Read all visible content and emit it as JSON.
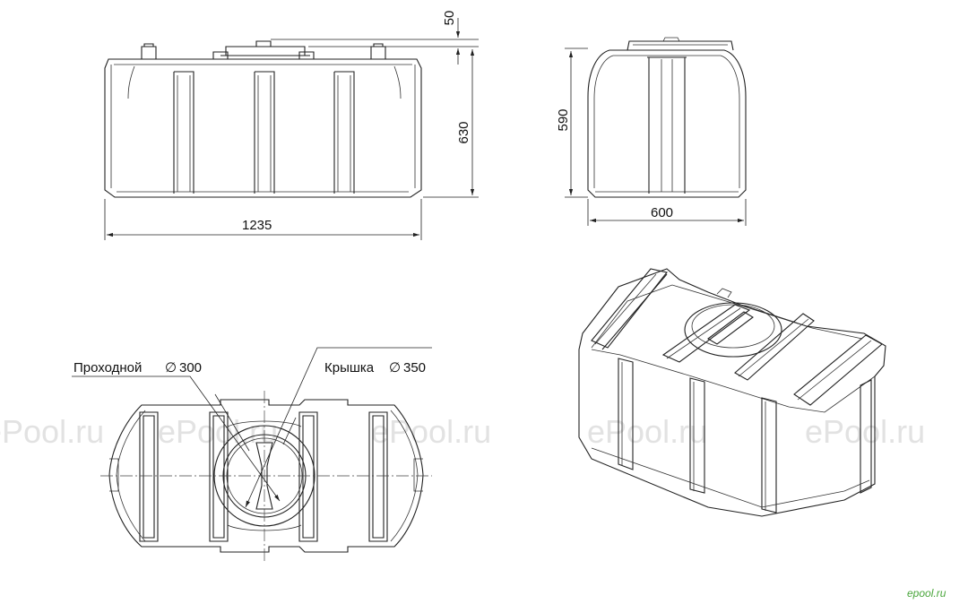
{
  "watermark_text": "ePool.ru",
  "site_mark": "epool.ru",
  "front_view": {
    "length": "1235",
    "height": "630",
    "lid_height": "50"
  },
  "side_view": {
    "width": "600",
    "height": "590"
  },
  "top_view": {
    "manhole_label": "Проходной",
    "manhole_diameter": "300",
    "lid_label": "Крышка",
    "lid_diameter": "350",
    "diameter_symbol": "∅"
  },
  "colors": {
    "line": "#222222",
    "watermark": "#e2e2e2",
    "site_mark": "#4aa63c"
  }
}
